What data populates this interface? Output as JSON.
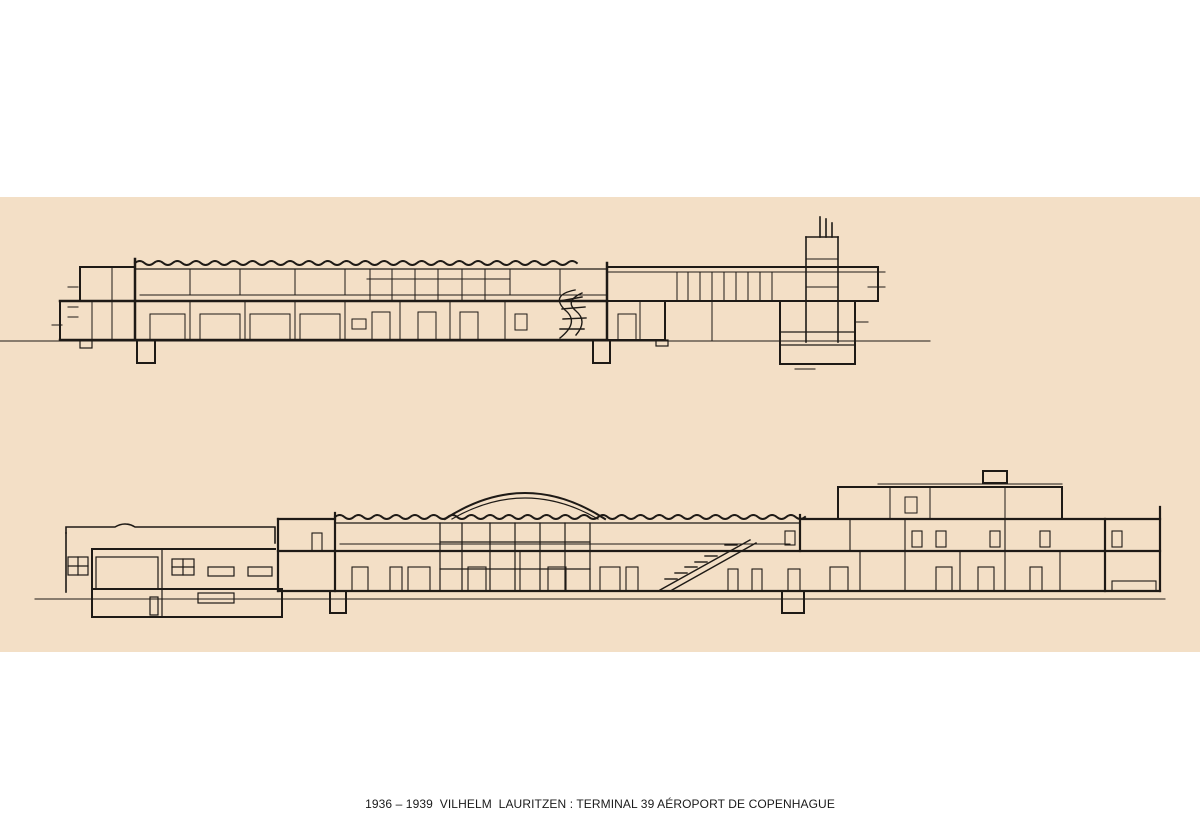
{
  "caption": "1936 – 1939  VILHELM  LAURITZEN : TERMINAL 39 AÉROPORT DE COPENHAGUE",
  "colors": {
    "page_background": "#ffffff",
    "plate_background": "#f3dfc6",
    "ink": "#1e1a16"
  },
  "drawings": [
    {
      "name": "upper-section-drawing"
    },
    {
      "name": "lower-section-drawing"
    }
  ]
}
